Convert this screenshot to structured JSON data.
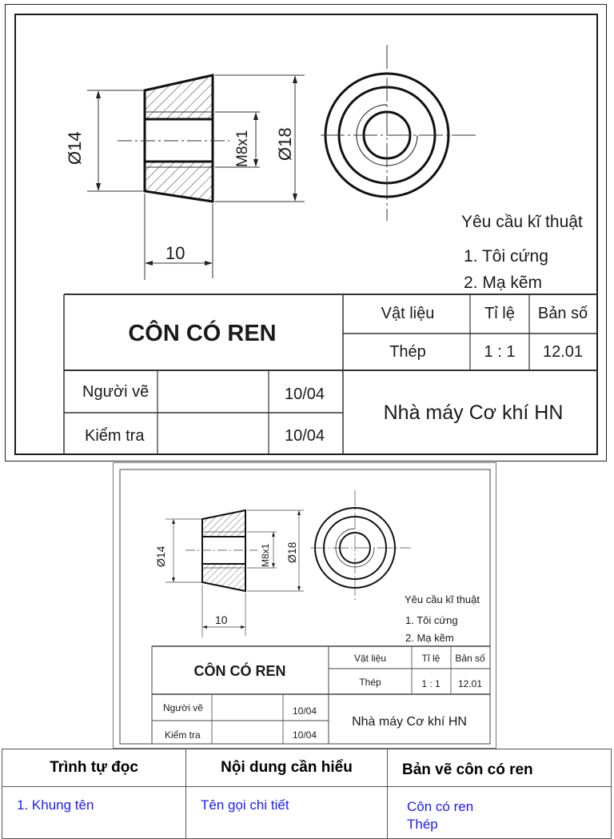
{
  "drawing": {
    "part_name": "CÔN CÓ REN",
    "dimensions": {
      "left_diameter": "Ø14",
      "thread": "M8x1",
      "right_diameter": "Ø18",
      "length": "10"
    },
    "technical_requirements": {
      "title": "Yêu cầu kĩ thuật",
      "items": [
        "1. Tôi cứng",
        "2. Mạ kẽm"
      ]
    },
    "title_block": {
      "material_label": "Vật liệu",
      "scale_label": "Tỉ lệ",
      "sheet_label": "Bản số",
      "material_value": "Thép",
      "scale_value": "1 : 1",
      "sheet_value": "12.01",
      "drawn_by_label": "Người vẽ",
      "drawn_by_date": "10/04",
      "checked_by_label": "Kiểm tra",
      "checked_by_date": "10/04",
      "company": "Nhà máy Cơ khí HN"
    }
  },
  "reading_table": {
    "headers": [
      "Trình tự đọc",
      "Nội dung cần hiểu",
      "Bản vẽ côn có ren"
    ],
    "rows": [
      {
        "step": "1. Khung tên",
        "content": "Tên gọi chi tiết",
        "answer": "Côn có ren",
        "answer_next": "Thép"
      }
    ]
  },
  "colors": {
    "line": "#1a1a1a",
    "link_text": "#1a1aff"
  }
}
